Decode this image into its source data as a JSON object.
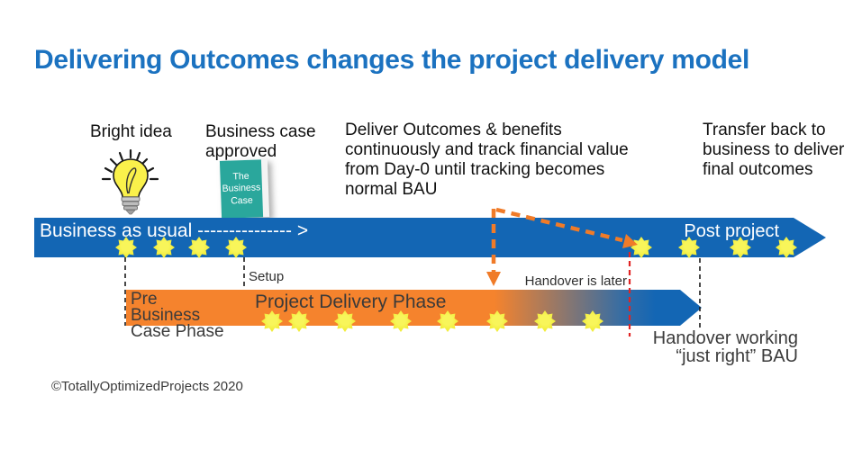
{
  "slide": {
    "title": "Delivering Outcomes changes the project delivery model",
    "footer": "©TotallyOptimizedProjects 2020"
  },
  "annotations": {
    "bright_idea": "Bright idea",
    "business_case": "Business case approved",
    "deliver_outcomes": "Deliver Outcomes & benefits continuously and track financial value from Day-0 until tracking becomes normal BAU",
    "transfer_back": "Transfer back to business to deliver final outcomes"
  },
  "book_cover": {
    "title": "The Business Case"
  },
  "bau_bar": {
    "label": "Business as usual --------------- >",
    "post_project_label": "Post project"
  },
  "delivery_bar": {
    "pre_phase_line1": "Pre",
    "pre_phase_line2": "Business",
    "pre_phase_line3": "Case Phase",
    "label": "Project Delivery Phase"
  },
  "markers": {
    "setup": "Setup",
    "handover_is_later": "Handover is later",
    "handover_line1": "Handover working",
    "handover_line2": "“just right” BAU"
  },
  "icons": {
    "lightbulb": "lightbulb-icon",
    "business_case_book": "business-case-book-icon",
    "benefit_star": "benefit-star-icon",
    "handover_connector": "handover-arrow-icon"
  },
  "colors": {
    "title_blue": "#1b72c0",
    "bau_bar_blue": "#1366b4",
    "delivery_bar_orange": "#f5832d",
    "star_yellow": "#f0eb34",
    "book_teal": "#2aa79c",
    "connector_orange": "#f07b28",
    "handover_red": "#e02424",
    "text_dark": "#3b3b3b"
  }
}
